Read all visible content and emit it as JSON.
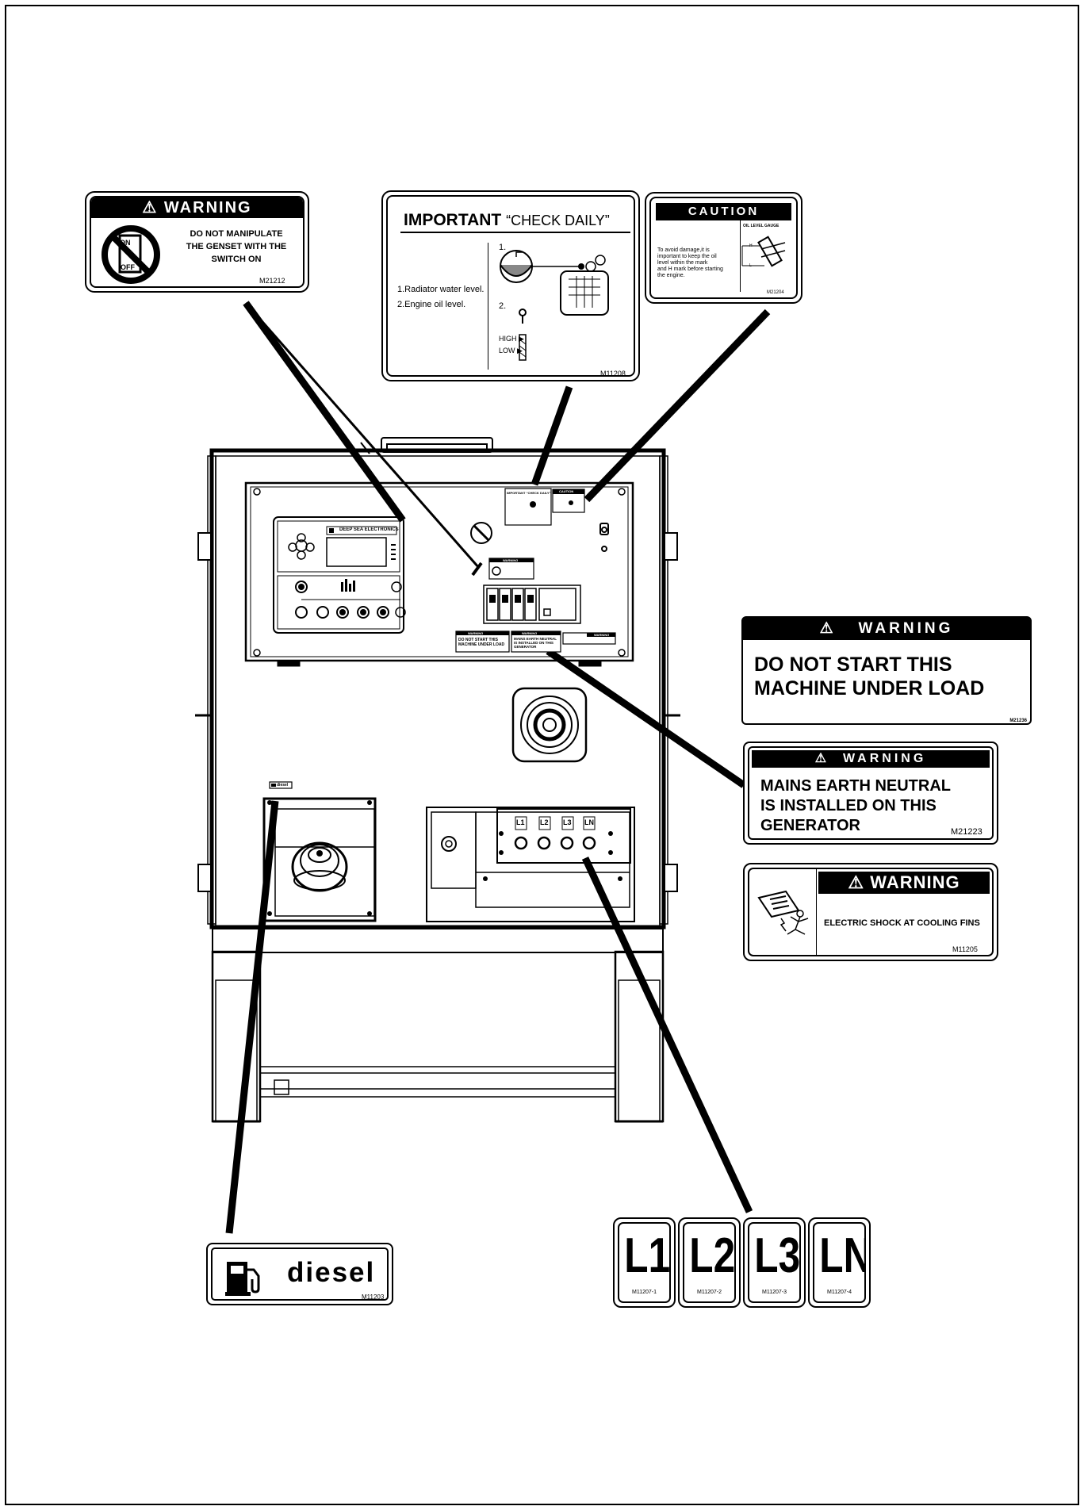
{
  "labels": {
    "warn_switch": {
      "header": "WARNING",
      "text": [
        "DO NOT MANIPULATE",
        "THE GENSET WITH THE",
        "SWITCH ON"
      ],
      "switch_on": "ON",
      "switch_off": "OFF",
      "code": "M21212"
    },
    "important": {
      "title": "IMPORTANT",
      "subtitle": "“CHECK DAILY”",
      "items": [
        "1.Radiator water level.",
        "2.Engine oil level."
      ],
      "step1": "1.",
      "step2": "2.",
      "high": "HIGH",
      "low": "LOW",
      "code": "M11208"
    },
    "caution": {
      "header": "CAUTION",
      "text": [
        "To avoid damage,it is",
        "important to keep the oil",
        "level within the mark",
        "and H mark before starting",
        "the engine."
      ],
      "gauge_title": "OIL LEVEL GAUGE",
      "gauge_h": "H",
      "gauge_l": "L",
      "code": "M21204"
    },
    "warn_load": {
      "header": "WARNING",
      "text": [
        "DO NOT START THIS",
        "MACHINE UNDER LOAD"
      ],
      "code": "M21236"
    },
    "warn_neutral": {
      "header": "WARNING",
      "text": [
        "MAINS EARTH NEUTRAL",
        "IS INSTALLED ON THIS",
        "GENERATOR"
      ],
      "code": "M21223"
    },
    "warn_shock": {
      "header": "WARNING",
      "text": "ELECTRIC SHOCK AT COOLING FINS",
      "code": "M11205"
    },
    "diesel": {
      "text": "diesel",
      "code": "M11203"
    },
    "terminals": [
      {
        "label": "L1",
        "code": "M11207-1"
      },
      {
        "label": "L2",
        "code": "M11207-2"
      },
      {
        "label": "L3",
        "code": "M11207-3"
      },
      {
        "label": "LN",
        "code": "M11207-4"
      }
    ]
  },
  "genset": {
    "controller_brand": "DEEP SEA ELECTRONICS",
    "mini_important": "IMPORTANT “CHECK DAILY”",
    "mini_caution": "CAUTION",
    "mini_warning": "WARNING",
    "mini_load": [
      "DO NOT START THIS",
      "MACHINE UNDER LOAD"
    ],
    "mini_neutral": [
      "MAINS EARTH NEUTRAL",
      "IS INSTALLED ON THIS",
      "GENERATOR"
    ],
    "mini_diesel": "diesel",
    "terminals": [
      "L1",
      "L2",
      "L3",
      "LN"
    ]
  }
}
